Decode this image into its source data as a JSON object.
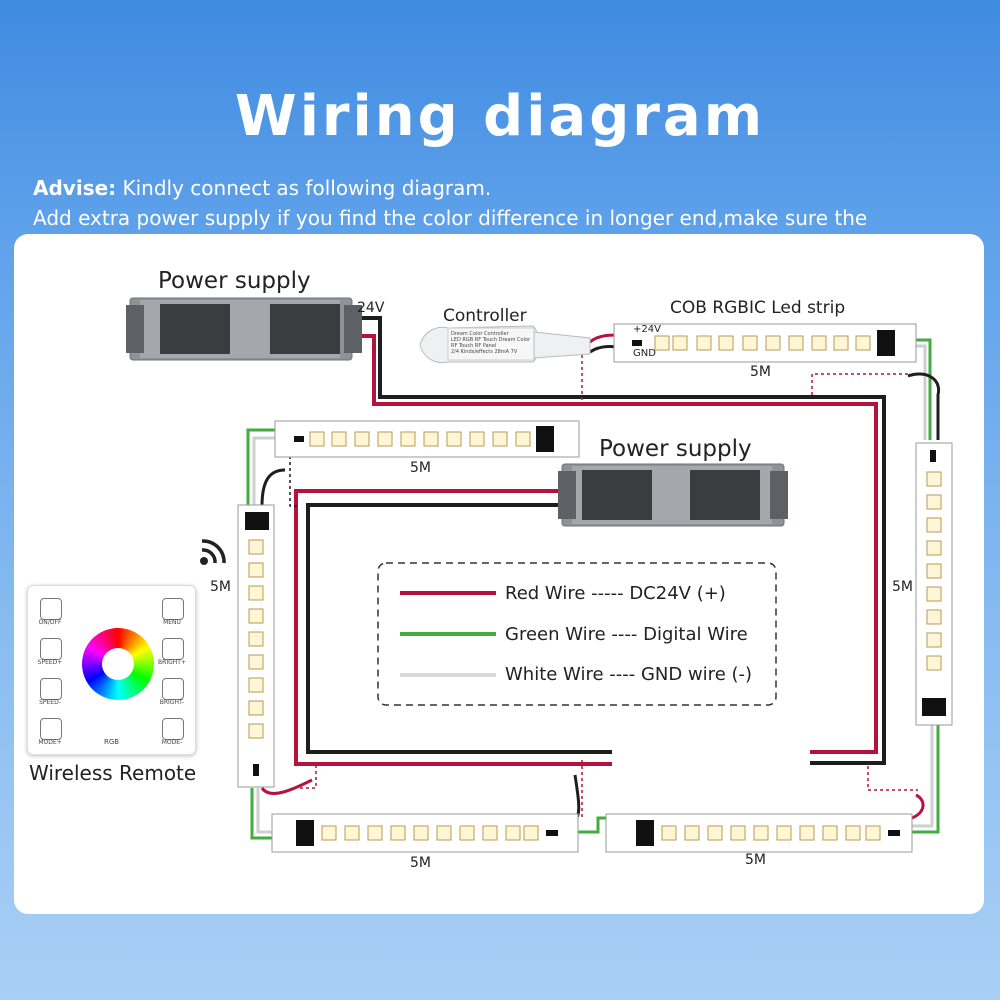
{
  "title": "Wiring diagram",
  "advise": {
    "label": "Advise:",
    "line1": " Kindly connect as following diagram.",
    "line2": "Add extra power supply if you find the color difference in longer end,make sure the"
  },
  "labels": {
    "power_supply_1": "Power supply",
    "power_supply_2": "Power supply",
    "voltage": "24V",
    "controller": "Controller",
    "strip_title": "COB RGBIC Led strip",
    "plus24v": "+24V",
    "gnd": "GND",
    "len_top": "5M",
    "len_upper": "5M",
    "len_left": "5M",
    "len_right": "5M",
    "len_bottom_left": "5M",
    "len_bottom_right": "5M",
    "remote_title": "Wireless Remote"
  },
  "legend": {
    "red": "Red Wire ----- DC24V (+)",
    "green": "Green Wire ---- Digital Wire",
    "white": "White Wire ---- GND wire (-)"
  },
  "remote": {
    "on_off": "ON/OFF",
    "menu": "MENU",
    "speed_plus": "SPEED+",
    "speed_minus": "SPEED-",
    "bright_plus": "BRIGHT+",
    "bright_minus": "BRIGHT-",
    "mode_plus": "MODE+",
    "mode_minus": "MODE-",
    "rgb": "RGB"
  },
  "controller_text": [
    "Dream Color Controller",
    "LED RGB RF Touch Dream Color",
    "RF Touch RF Panel",
    "2/4 Kinds/effects 28mA 7V"
  ],
  "colors": {
    "red_wire": "#b5123c",
    "green_wire": "#3fae3f",
    "white_wire": "#d9d9d9",
    "black_wire": "#1e1e1e",
    "title_text": "#ffffff"
  }
}
